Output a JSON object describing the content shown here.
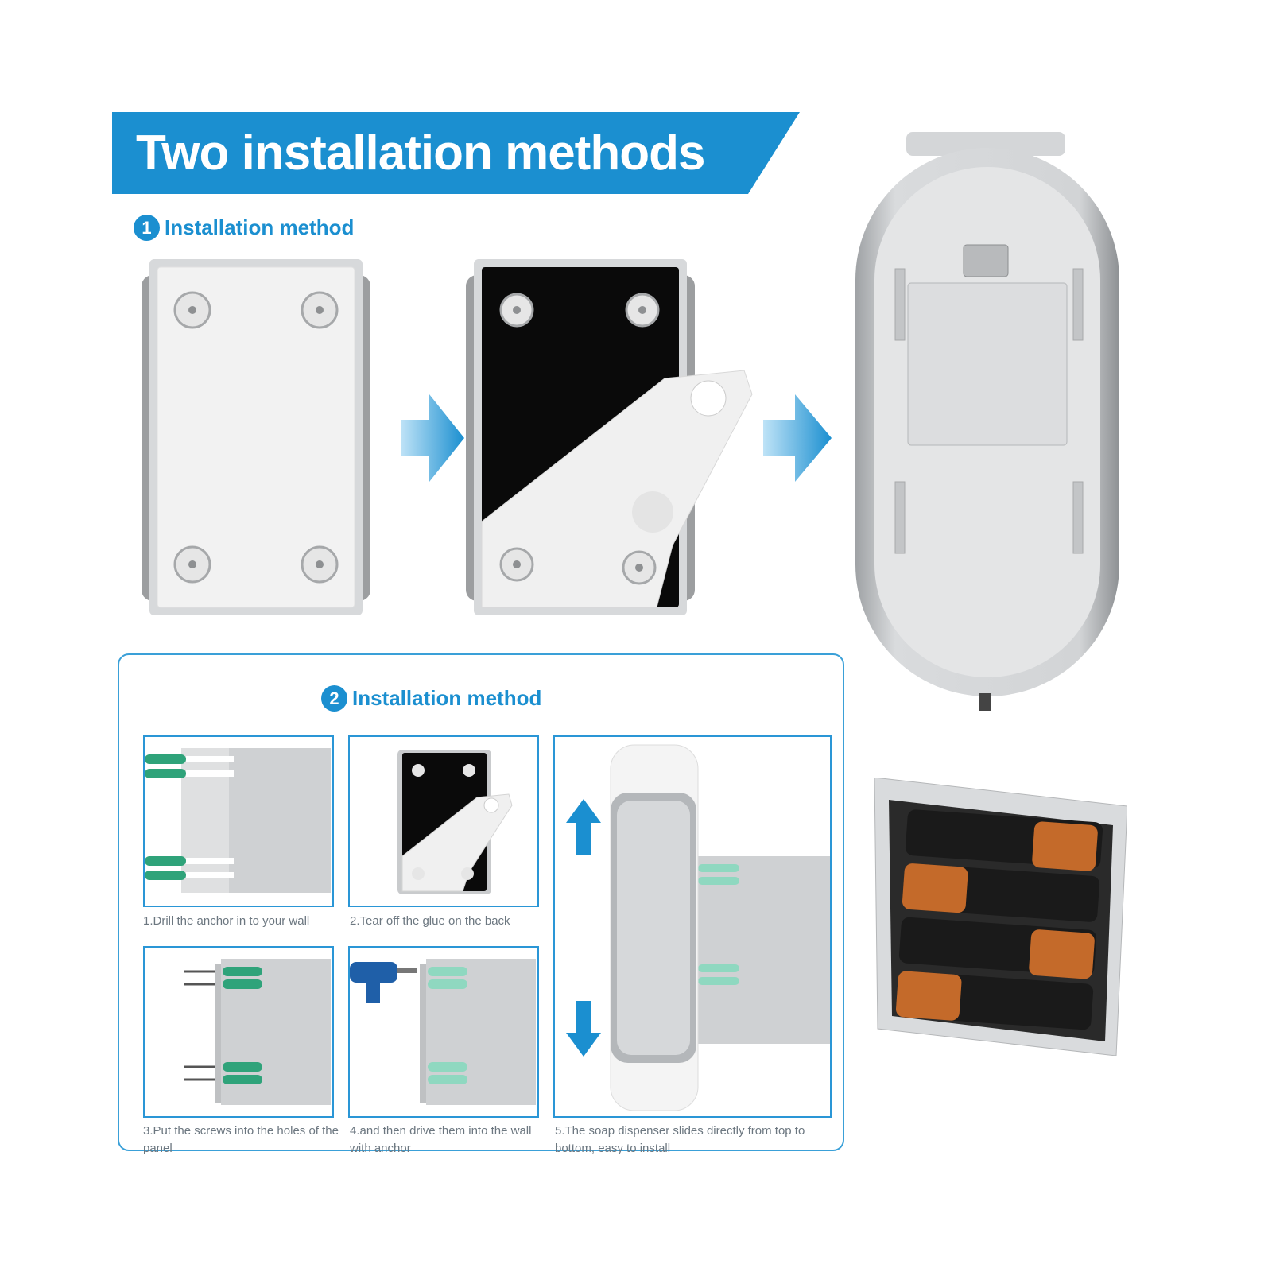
{
  "title": "Two installation methods",
  "method1": {
    "number": "1",
    "label": "Installation method"
  },
  "method2": {
    "number": "2",
    "label": "Installation method"
  },
  "steps": [
    {
      "caption": "1.Drill the anchor in to your wall"
    },
    {
      "caption": "2.Tear off the glue on the back"
    },
    {
      "caption": "3.Put the screws into the holes of the panel"
    },
    {
      "caption": "4.and then drive them into the wall with anchor"
    },
    {
      "caption": "5.The soap dispenser slides directly from top to bottom, easy to install"
    }
  ],
  "icons": {
    "arrow": "right-arrow-icon",
    "up": "up-arrow-icon",
    "down": "down-arrow-icon"
  },
  "colors": {
    "brand_blue": "#1b8fd0",
    "anchor_green": "#2fa37a",
    "silver": "#c9cbcd"
  }
}
